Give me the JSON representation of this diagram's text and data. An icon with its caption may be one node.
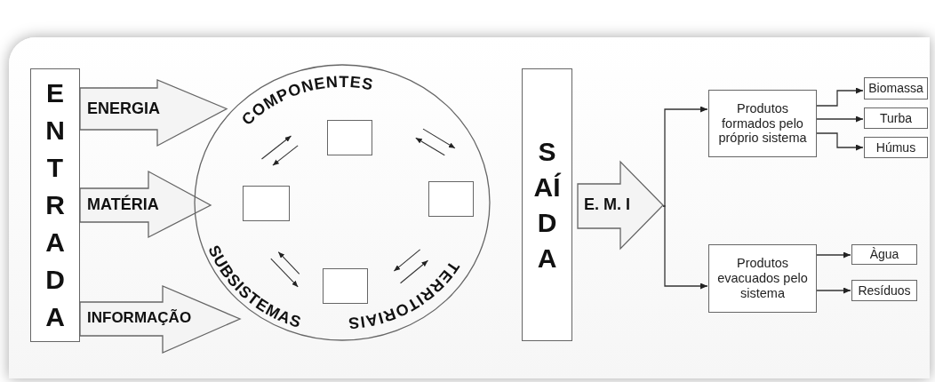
{
  "diagram": {
    "nodes": [
      {
        "text": [
          "ENTRADA"
        ]
      },
      {
        "text": [
          "COMPONENTES",
          "SUBSISTEMAS",
          "TERRITORIAIS"
        ]
      },
      {
        "text": [],
        "shape": "box",
        "in": 1
      },
      {
        "text": [],
        "shape": "box",
        "in": 1
      },
      {
        "text": [],
        "shape": "box",
        "in": 1
      },
      {
        "text": [],
        "shape": "box",
        "in": 1
      },
      {
        "text": [
          "SAÍDA"
        ]
      },
      {
        "text": [
          "E. M. I"
        ]
      },
      {
        "text": [
          "Produtos formados pelo próprio sistema"
        ]
      },
      {
        "text": [
          "Biomassa"
        ]
      },
      {
        "text": [
          "Turba"
        ]
      },
      {
        "text": [
          "Húmus"
        ]
      },
      {
        "text": [
          "Produtos evacuados pelo sistema"
        ]
      },
      {
        "text": [
          "Àgua"
        ]
      },
      {
        "text": [
          "Resíduos"
        ]
      }
    ],
    "edges": [
      {
        "from": 0,
        "to": 1,
        "arrow": "to",
        "label": "ENERGIA",
        "style": "thick"
      },
      {
        "from": 0,
        "to": 1,
        "arrow": "to",
        "label": "MATÉRIA",
        "style": "thick"
      },
      {
        "from": 0,
        "to": 1,
        "arrow": "to",
        "label": "INFORMAÇÃO",
        "style": "thick"
      },
      {
        "from": 3,
        "to": 2,
        "arrow": "to"
      },
      {
        "from": 2,
        "to": 3,
        "arrow": "to"
      },
      {
        "from": 4,
        "to": 2,
        "arrow": "to"
      },
      {
        "from": 2,
        "to": 4,
        "arrow": "to"
      },
      {
        "from": 4,
        "to": 5,
        "arrow": "to"
      },
      {
        "from": 5,
        "to": 4,
        "arrow": "to"
      },
      {
        "from": 5,
        "to": 3,
        "arrow": "to"
      },
      {
        "from": 3,
        "to": 5,
        "arrow": "to"
      },
      {
        "from": 7,
        "to": 8,
        "arrow": "to"
      },
      {
        "from": 7,
        "to": 12,
        "arrow": "to"
      },
      {
        "from": 8,
        "to": 9,
        "arrow": "to"
      },
      {
        "from": 8,
        "to": 10,
        "arrow": "to"
      },
      {
        "from": 8,
        "to": 11,
        "arrow": "to"
      },
      {
        "from": 12,
        "to": 13,
        "arrow": "to"
      },
      {
        "from": 12,
        "to": 14,
        "arrow": "to"
      }
    ]
  }
}
